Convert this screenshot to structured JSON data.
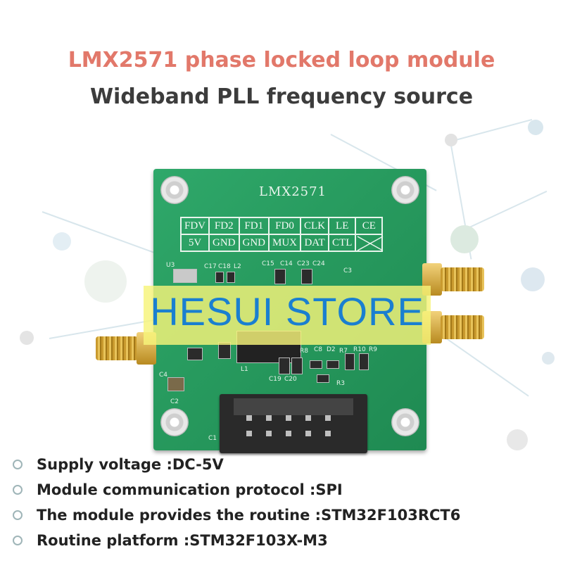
{
  "title": "LMX2571 phase locked loop module",
  "subtitle": "Wideband PLL frequency source",
  "board": {
    "silkscreen_title": "LMX2571",
    "pin_table": [
      [
        "FDV",
        "FD2",
        "FD1",
        "FD0",
        "CLK",
        "LE",
        "CE"
      ],
      [
        "5V",
        "GND",
        "GND",
        "MUX",
        "DAT",
        "CTL",
        ""
      ]
    ],
    "silk_labels": [
      "U3",
      "C17",
      "C18",
      "L2",
      "C15",
      "C14",
      "C23",
      "C24",
      "C3",
      "C4",
      "C2",
      "C1",
      "L1",
      "R8",
      "C8",
      "D2",
      "R7",
      "R10",
      "R9",
      "C19",
      "C20",
      "R3"
    ]
  },
  "watermark": "HESUI STORE",
  "features": [
    "Supply voltage :DC-5V",
    "Module communication protocol :SPI",
    "The module provides the routine :STM32F103RCT6",
    "Routine platform :STM32F103X-M3"
  ],
  "colors": {
    "title": "#e2786a",
    "subtitle": "#3c3c3c",
    "pcb_green": "#279a5e",
    "watermark_bg": "#f6f47a",
    "watermark_text": "#1a7fd0",
    "bullet": "#9fb5b8"
  }
}
